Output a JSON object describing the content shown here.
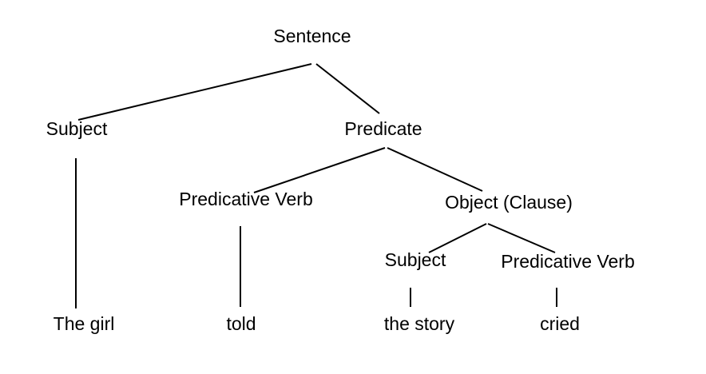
{
  "diagram": {
    "nodes": {
      "sentence": "Sentence",
      "subject": "Subject",
      "predicate": "Predicate",
      "predicative_verb": "Predicative Verb",
      "object_clause": "Object (Clause)",
      "clause_subject": "Subject",
      "clause_predicative_verb": "Predicative Verb",
      "leaf_the_girl": "The girl",
      "leaf_told": "told",
      "leaf_the_story": "the story",
      "leaf_cried": "cried"
    },
    "edges": [
      [
        "sentence",
        "subject"
      ],
      [
        "sentence",
        "predicate"
      ],
      [
        "subject",
        "leaf_the_girl"
      ],
      [
        "predicate",
        "predicative_verb"
      ],
      [
        "predicate",
        "object_clause"
      ],
      [
        "predicative_verb",
        "leaf_told"
      ],
      [
        "object_clause",
        "clause_subject"
      ],
      [
        "object_clause",
        "clause_predicative_verb"
      ],
      [
        "clause_subject",
        "leaf_the_story"
      ],
      [
        "clause_predicative_verb",
        "leaf_cried"
      ]
    ],
    "colors": {
      "line": "#000000",
      "text": "#000000",
      "background": "#ffffff"
    }
  }
}
